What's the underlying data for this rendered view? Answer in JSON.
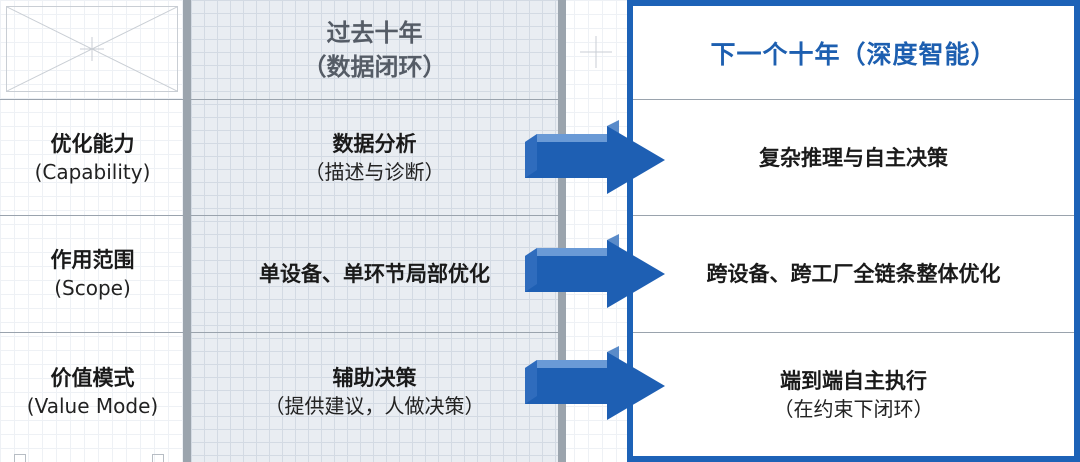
{
  "past_column": {
    "title_line1": "过去十年",
    "title_line2": "（数据闭环）",
    "rows": [
      {
        "main": "数据分析",
        "sub": "（描述与诊断）"
      },
      {
        "main": "单设备、单环节局部优化",
        "sub": ""
      },
      {
        "main": "辅助决策",
        "sub": "（提供建议，人做决策）"
      }
    ]
  },
  "future_column": {
    "title": "下一个十年（深度智能）",
    "rows": [
      {
        "main": "复杂推理与自主决策",
        "sub": ""
      },
      {
        "main": "跨设备、跨工厂全链条整体优化",
        "sub": ""
      },
      {
        "main": "端到端自主执行",
        "sub": "（在约束下闭环）"
      }
    ]
  },
  "row_labels": [
    {
      "main": "优化能力",
      "sub": "(Capability)"
    },
    {
      "main": "作用范围",
      "sub": "(Scope)"
    },
    {
      "main": "价值模式",
      "sub": "(Value Mode)"
    }
  ],
  "arrows": [
    "arrow-right",
    "arrow-right",
    "arrow-right"
  ],
  "colors": {
    "accent_blue": "#1d62b7",
    "past_border": "#9ba4ad",
    "past_fill": "#e9edf2"
  }
}
